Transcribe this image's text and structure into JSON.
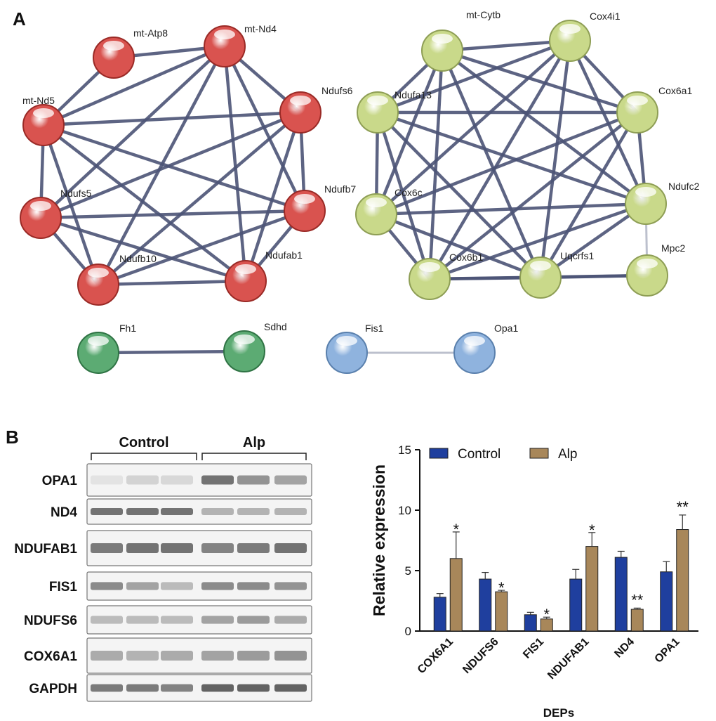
{
  "panel_labels": {
    "a": "A",
    "b": "B"
  },
  "network": {
    "clusters": [
      {
        "color": "#d9534f",
        "nodes": [
          "mt-Atp8",
          "mt-Nd4",
          "mt-Nd5",
          "Ndufs6",
          "Ndufs5",
          "Ndufb7",
          "Ndufb10",
          "Ndufab1"
        ]
      },
      {
        "color": "#c9d98a",
        "nodes": [
          "mt-Cytb",
          "Cox4i1",
          "Ndufa13",
          "Cox6a1",
          "Cox6c",
          "Ndufc2",
          "Cox6b1",
          "Uqcrfs1",
          "Mpc2"
        ]
      },
      {
        "color": "#5cab73",
        "nodes": [
          "Fh1",
          "Sdhd"
        ]
      },
      {
        "color": "#8fb3de",
        "nodes": [
          "Fis1",
          "Opa1"
        ]
      }
    ],
    "edges": [
      [
        "mt-Atp8",
        "mt-Nd4"
      ],
      [
        "mt-Atp8",
        "mt-Nd5"
      ],
      [
        "mt-Nd4",
        "mt-Nd5"
      ],
      [
        "mt-Nd4",
        "Ndufs6"
      ],
      [
        "mt-Nd4",
        "Ndufs5"
      ],
      [
        "mt-Nd4",
        "Ndufb7"
      ],
      [
        "mt-Nd4",
        "Ndufb10"
      ],
      [
        "mt-Nd4",
        "Ndufab1"
      ],
      [
        "mt-Nd5",
        "Ndufs6"
      ],
      [
        "mt-Nd5",
        "Ndufs5"
      ],
      [
        "mt-Nd5",
        "Ndufb7"
      ],
      [
        "mt-Nd5",
        "Ndufb10"
      ],
      [
        "mt-Nd5",
        "Ndufab1"
      ],
      [
        "Ndufs6",
        "Ndufs5"
      ],
      [
        "Ndufs6",
        "Ndufb7"
      ],
      [
        "Ndufs6",
        "Ndufb10"
      ],
      [
        "Ndufs6",
        "Ndufab1"
      ],
      [
        "Ndufs5",
        "Ndufb7"
      ],
      [
        "Ndufs5",
        "Ndufb10"
      ],
      [
        "Ndufs5",
        "Ndufab1"
      ],
      [
        "Ndufb7",
        "Ndufb10"
      ],
      [
        "Ndufb7",
        "Ndufab1"
      ],
      [
        "Ndufb10",
        "Ndufab1"
      ],
      [
        "mt-Cytb",
        "Cox4i1"
      ],
      [
        "mt-Cytb",
        "Ndufa13"
      ],
      [
        "mt-Cytb",
        "Cox6a1"
      ],
      [
        "mt-Cytb",
        "Cox6c"
      ],
      [
        "mt-Cytb",
        "Ndufc2"
      ],
      [
        "mt-Cytb",
        "Cox6b1"
      ],
      [
        "mt-Cytb",
        "Uqcrfs1"
      ],
      [
        "Cox4i1",
        "Ndufa13"
      ],
      [
        "Cox4i1",
        "Cox6a1"
      ],
      [
        "Cox4i1",
        "Cox6c"
      ],
      [
        "Cox4i1",
        "Ndufc2"
      ],
      [
        "Cox4i1",
        "Cox6b1"
      ],
      [
        "Cox4i1",
        "Uqcrfs1"
      ],
      [
        "Ndufa13",
        "Cox6a1"
      ],
      [
        "Ndufa13",
        "Cox6c"
      ],
      [
        "Ndufa13",
        "Ndufc2"
      ],
      [
        "Ndufa13",
        "Cox6b1"
      ],
      [
        "Ndufa13",
        "Uqcrfs1"
      ],
      [
        "Cox6a1",
        "Cox6c"
      ],
      [
        "Cox6a1",
        "Ndufc2"
      ],
      [
        "Cox6a1",
        "Cox6b1"
      ],
      [
        "Cox6a1",
        "Uqcrfs1"
      ],
      [
        "Cox6c",
        "Ndufc2"
      ],
      [
        "Cox6c",
        "Cox6b1"
      ],
      [
        "Cox6c",
        "Uqcrfs1"
      ],
      [
        "Ndufc2",
        "Cox6b1"
      ],
      [
        "Ndufc2",
        "Uqcrfs1"
      ],
      [
        "Ndufc2",
        "Mpc2"
      ],
      [
        "Cox6b1",
        "Uqcrfs1"
      ],
      [
        "Uqcrfs1",
        "Mpc2"
      ],
      [
        "Cox6b1",
        "Mpc2"
      ],
      [
        "Fh1",
        "Sdhd"
      ],
      [
        "Fis1",
        "Opa1"
      ]
    ]
  },
  "blot": {
    "groups": [
      "Control",
      "Alp"
    ],
    "proteins": [
      "OPA1",
      "ND4",
      "NDUFAB1",
      "FIS1",
      "NDUFS6",
      "COX6A1",
      "GAPDH"
    ],
    "band_intensity": {
      "OPA1": [
        0.05,
        0.15,
        0.12,
        0.75,
        0.55,
        0.45
      ],
      "ND4": [
        0.75,
        0.75,
        0.75,
        0.35,
        0.35,
        0.35
      ],
      "NDUFAB1": [
        0.7,
        0.75,
        0.75,
        0.65,
        0.7,
        0.75
      ],
      "FIS1": [
        0.6,
        0.45,
        0.3,
        0.6,
        0.6,
        0.55
      ],
      "NDUFS6": [
        0.3,
        0.3,
        0.3,
        0.45,
        0.5,
        0.4
      ],
      "COX6A1": [
        0.4,
        0.35,
        0.4,
        0.45,
        0.5,
        0.55
      ],
      "GAPDH": [
        0.7,
        0.7,
        0.65,
        0.85,
        0.85,
        0.85
      ]
    }
  },
  "chart_data": {
    "type": "bar",
    "ylabel": "Relative expression",
    "xlabel": "DEPs",
    "ylim": [
      0,
      15
    ],
    "yticks": [
      0,
      5,
      10,
      15
    ],
    "legend_position": "top",
    "categories": [
      "COX6A1",
      "NDUFS6",
      "FIS1",
      "NDUFAB1",
      "ND4",
      "OPA1"
    ],
    "series": [
      {
        "name": "Control",
        "color": "#1f3f9e",
        "values": [
          2.8,
          4.3,
          1.35,
          4.3,
          6.1,
          4.9
        ],
        "errors": [
          0.3,
          0.55,
          0.2,
          0.8,
          0.5,
          0.85
        ]
      },
      {
        "name": "Alp",
        "color": "#a8875a",
        "values": [
          6.0,
          3.25,
          1.0,
          7.0,
          1.8,
          8.4
        ],
        "errors": [
          2.2,
          0.12,
          0.15,
          1.15,
          0.1,
          1.2
        ]
      }
    ],
    "significance": [
      "*",
      "*",
      "*",
      "*",
      "**",
      "**"
    ]
  }
}
